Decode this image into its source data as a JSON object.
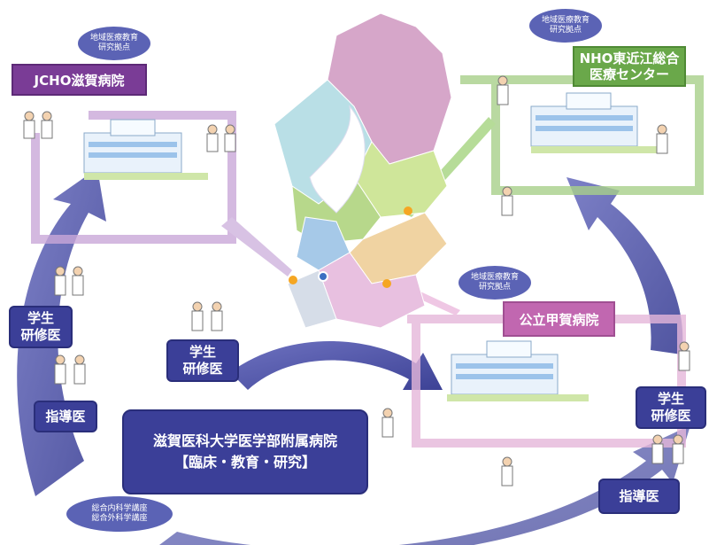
{
  "hubs": {
    "jcho": {
      "name": "JCHO滋賀病院"
    },
    "nho": {
      "line1": "NHO東近江総合",
      "line2": "医療センター"
    },
    "koka": {
      "name": "公立甲賀病院"
    }
  },
  "center": {
    "line1": "滋賀医科大学医学部附属病院",
    "line2": "【臨床・教育・研究】"
  },
  "bubbles": {
    "jcho": {
      "line1": "地域医療教育",
      "line2": "研究拠点"
    },
    "nho": {
      "line1": "地域医療教育",
      "line2": "研究拠点"
    },
    "koka": {
      "line1": "地域医療教育",
      "line2": "研究拠点"
    },
    "dept": {
      "line1": "総合内科学講座",
      "line2": "総合外科学講座"
    }
  },
  "roles": {
    "left_students": {
      "line1": "学生",
      "line2": "研修医"
    },
    "left_instructor": "指導医",
    "center_students": {
      "line1": "学生",
      "line2": "研修医"
    },
    "right_students": {
      "line1": "学生",
      "line2": "研修医"
    },
    "right_instructor": "指導医"
  },
  "colors": {
    "navy": "#3b3f98",
    "purple": "#7a3c96",
    "green": "#6aa84a",
    "pink": "#c167b0",
    "bubble": "#5b63b5",
    "arrow": "#4a4fa3"
  }
}
